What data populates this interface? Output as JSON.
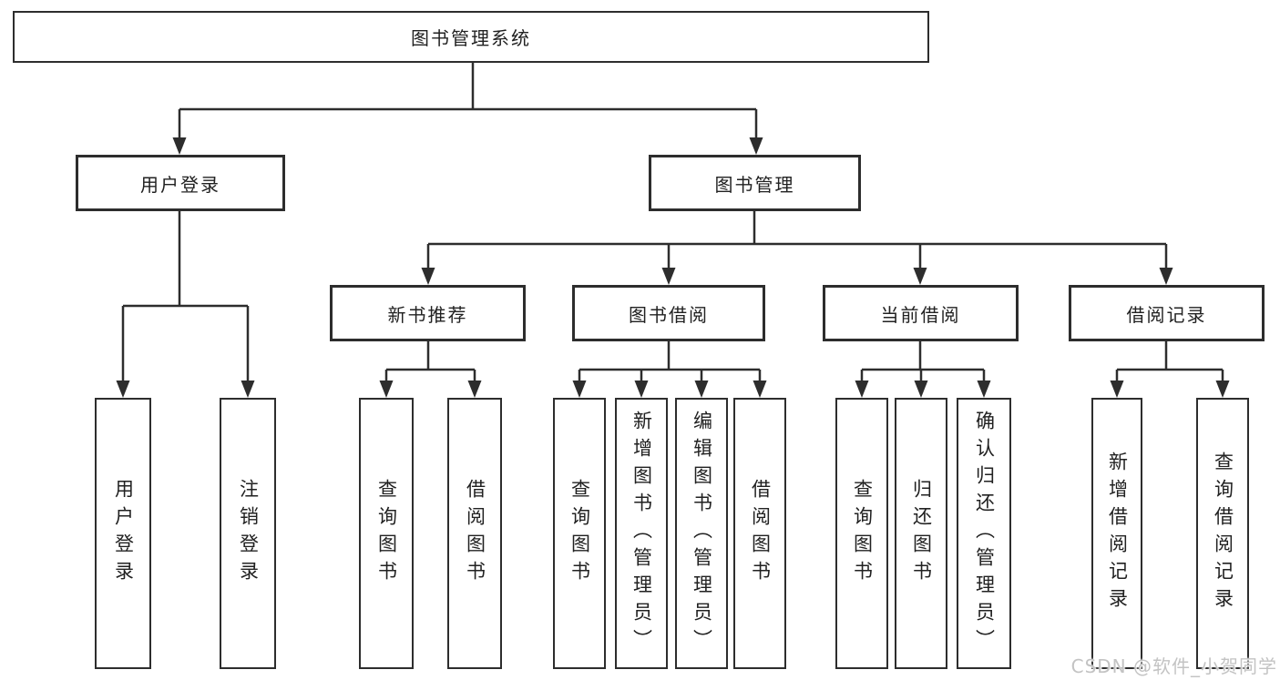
{
  "diagram_title": "图书管理系统",
  "tree": {
    "root": "图书管理系统",
    "branches": [
      {
        "label": "用户登录",
        "children": [
          "用户登录",
          "注销登录"
        ]
      },
      {
        "label": "图书管理",
        "children": [
          {
            "label": "新书推荐",
            "children": [
              "查询图书",
              "借阅图书"
            ]
          },
          {
            "label": "图书借阅",
            "children": [
              "查询图书",
              "新增图书（管理员）",
              "编辑图书（管理员）",
              "借阅图书"
            ]
          },
          {
            "label": "当前借阅",
            "children": [
              "查询图书",
              "归还图书",
              "确认归还（管理员）"
            ]
          },
          {
            "label": "借阅记录",
            "children": [
              "新增借阅记录",
              "查询借阅记录"
            ]
          }
        ]
      }
    ]
  },
  "watermark": "CSDN @软件_小贺同学",
  "colors": {
    "line": "#2d2d2d",
    "text": "#212121",
    "background": "#ffffff",
    "watermark": "#c3c3c3"
  }
}
